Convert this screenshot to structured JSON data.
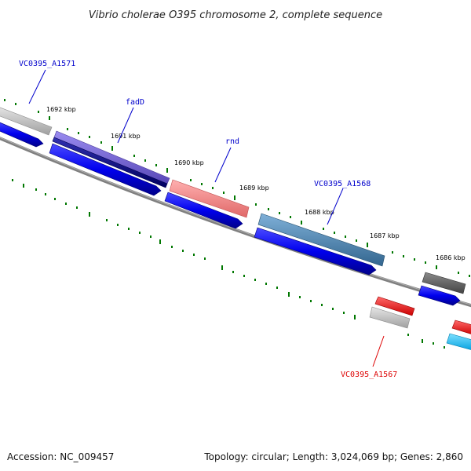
{
  "title": "Vibrio cholerae O395 chromosome 2, complete sequence",
  "footer": {
    "accession": "Accession: NC_009457",
    "summary": "Topology: circular; Length: 3,024,069 bp; Genes: 2,860"
  },
  "ticks": [
    "1692 kbp",
    "1691 kbp",
    "1690 kbp",
    "1689 kbp",
    "1688 kbp",
    "1687 kbp",
    "1686 kbp"
  ],
  "genes": [
    {
      "name": "VC0395_A1571",
      "color": "#0000cc"
    },
    {
      "name": "fadD",
      "color": "#0000cc"
    },
    {
      "name": "rnd",
      "color": "#0000cc"
    },
    {
      "name": "VC0395_A1568",
      "color": "#0000cc"
    },
    {
      "name": "VC0395_A1567",
      "color": "#dd0000"
    }
  ],
  "colors": {
    "backbone": "#808080",
    "cds_blue": "#0000ee",
    "tick_green": "#007700",
    "feature_gray": "#bdbdbd",
    "feature_purple": "#6a5acd",
    "feature_navy": "#000080",
    "feature_salmon": "#f08080",
    "feature_steel": "#4682b4",
    "feature_dimgray": "#666666",
    "feature_red": "#ff0000",
    "feature_cyan": "#00bfff"
  }
}
